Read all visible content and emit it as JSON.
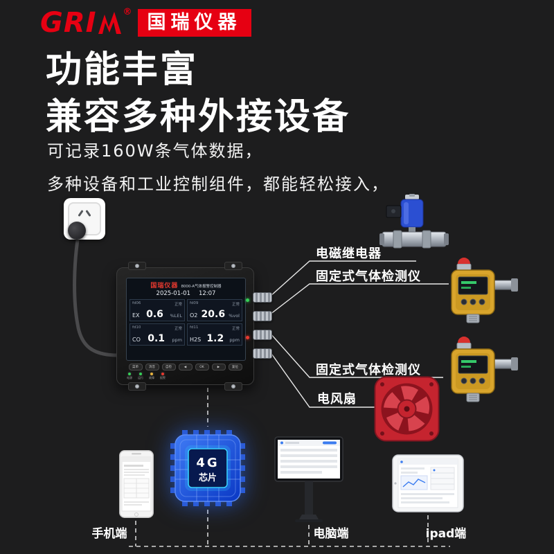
{
  "brand": {
    "gri": "GRI",
    "reg": "®",
    "name": "国瑞仪器",
    "red": "#e60012"
  },
  "headings": {
    "h1": "功能丰富",
    "h2": "兼容多种外接设备"
  },
  "paragraphs": {
    "p1": "可记录160W条气体数据，",
    "p2": "多种设备和工业控制组件，都能轻松接入，"
  },
  "controller": {
    "brand": "国瑞仪器",
    "model": "8000-A气体报警控制器",
    "date": "2025-01-01",
    "time": "12:07",
    "channels": [
      {
        "tag": "fd06",
        "status": "正常",
        "gas": "EX",
        "value": "0.6",
        "unit": "%LEL"
      },
      {
        "tag": "fd09",
        "status": "正常",
        "gas": "O2",
        "value": "20.6",
        "unit": "%vol"
      },
      {
        "tag": "fd10",
        "status": "正常",
        "gas": "CO",
        "value": "0.1",
        "unit": "ppm"
      },
      {
        "tag": "fd11",
        "status": "正常",
        "gas": "H2S",
        "value": "1.2",
        "unit": "ppm"
      }
    ],
    "buttons": [
      "菜单",
      "消音",
      "自检",
      "◀",
      "OK",
      "▶",
      "复位"
    ],
    "leds": [
      {
        "label": "电源",
        "color": "#35d058"
      },
      {
        "label": "运行",
        "color": "#35d058"
      },
      {
        "label": "故障",
        "color": "#e8b33c"
      },
      {
        "label": "报警",
        "color": "#e8392f"
      }
    ]
  },
  "peripheral_labels": {
    "relay": "电磁继电器",
    "detector1": "固定式气体检测仪",
    "detector2": "固定式气体检测仪",
    "fan": "电风扇"
  },
  "chip": {
    "line1": "4G",
    "line2": "芯片"
  },
  "client_labels": {
    "phone": "手机端",
    "pc": "电脑端",
    "tablet": "ipad端"
  },
  "colors": {
    "background": "#1d1d1e",
    "brand_red": "#e60012",
    "chip_blue": "#1e4fe0",
    "chip_glow": "#38d3ff",
    "fan_red": "#c5242f",
    "detector_yellow": "#d9a52c",
    "valve_blue": "#2b4fd2",
    "wire": "#e9e9e9"
  }
}
